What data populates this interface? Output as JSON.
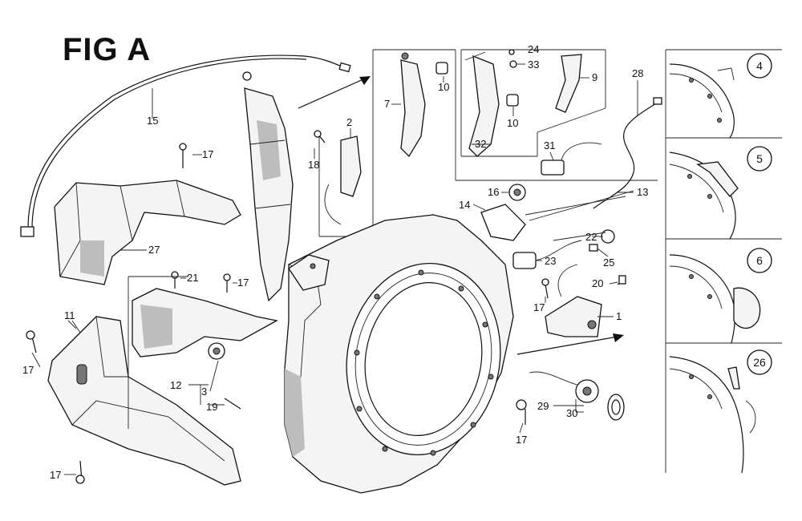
{
  "figure": {
    "title": "FIG A"
  },
  "part_labels": {
    "p15": "15",
    "p17a": "17",
    "p27": "27",
    "p11": "11",
    "p17b": "17",
    "p17c": "17",
    "p21": "21",
    "p17d": "17",
    "p12": "12",
    "p3": "3",
    "p19": "19",
    "p18": "18",
    "p2": "2",
    "p7": "7",
    "p10a": "10",
    "p10b": "10",
    "p32": "32",
    "p24": "24",
    "p33": "33",
    "p9": "9",
    "p31": "31",
    "p28": "28",
    "p16": "16",
    "p13": "13",
    "p14": "14",
    "p22": "22",
    "p23": "23",
    "p25": "25",
    "p20": "20",
    "p17e": "17",
    "p1": "1",
    "p29": "29",
    "p30": "30",
    "p17f": "17"
  },
  "insets": [
    {
      "label": "4"
    },
    {
      "label": "5"
    },
    {
      "label": "6"
    },
    {
      "label": "26"
    }
  ]
}
